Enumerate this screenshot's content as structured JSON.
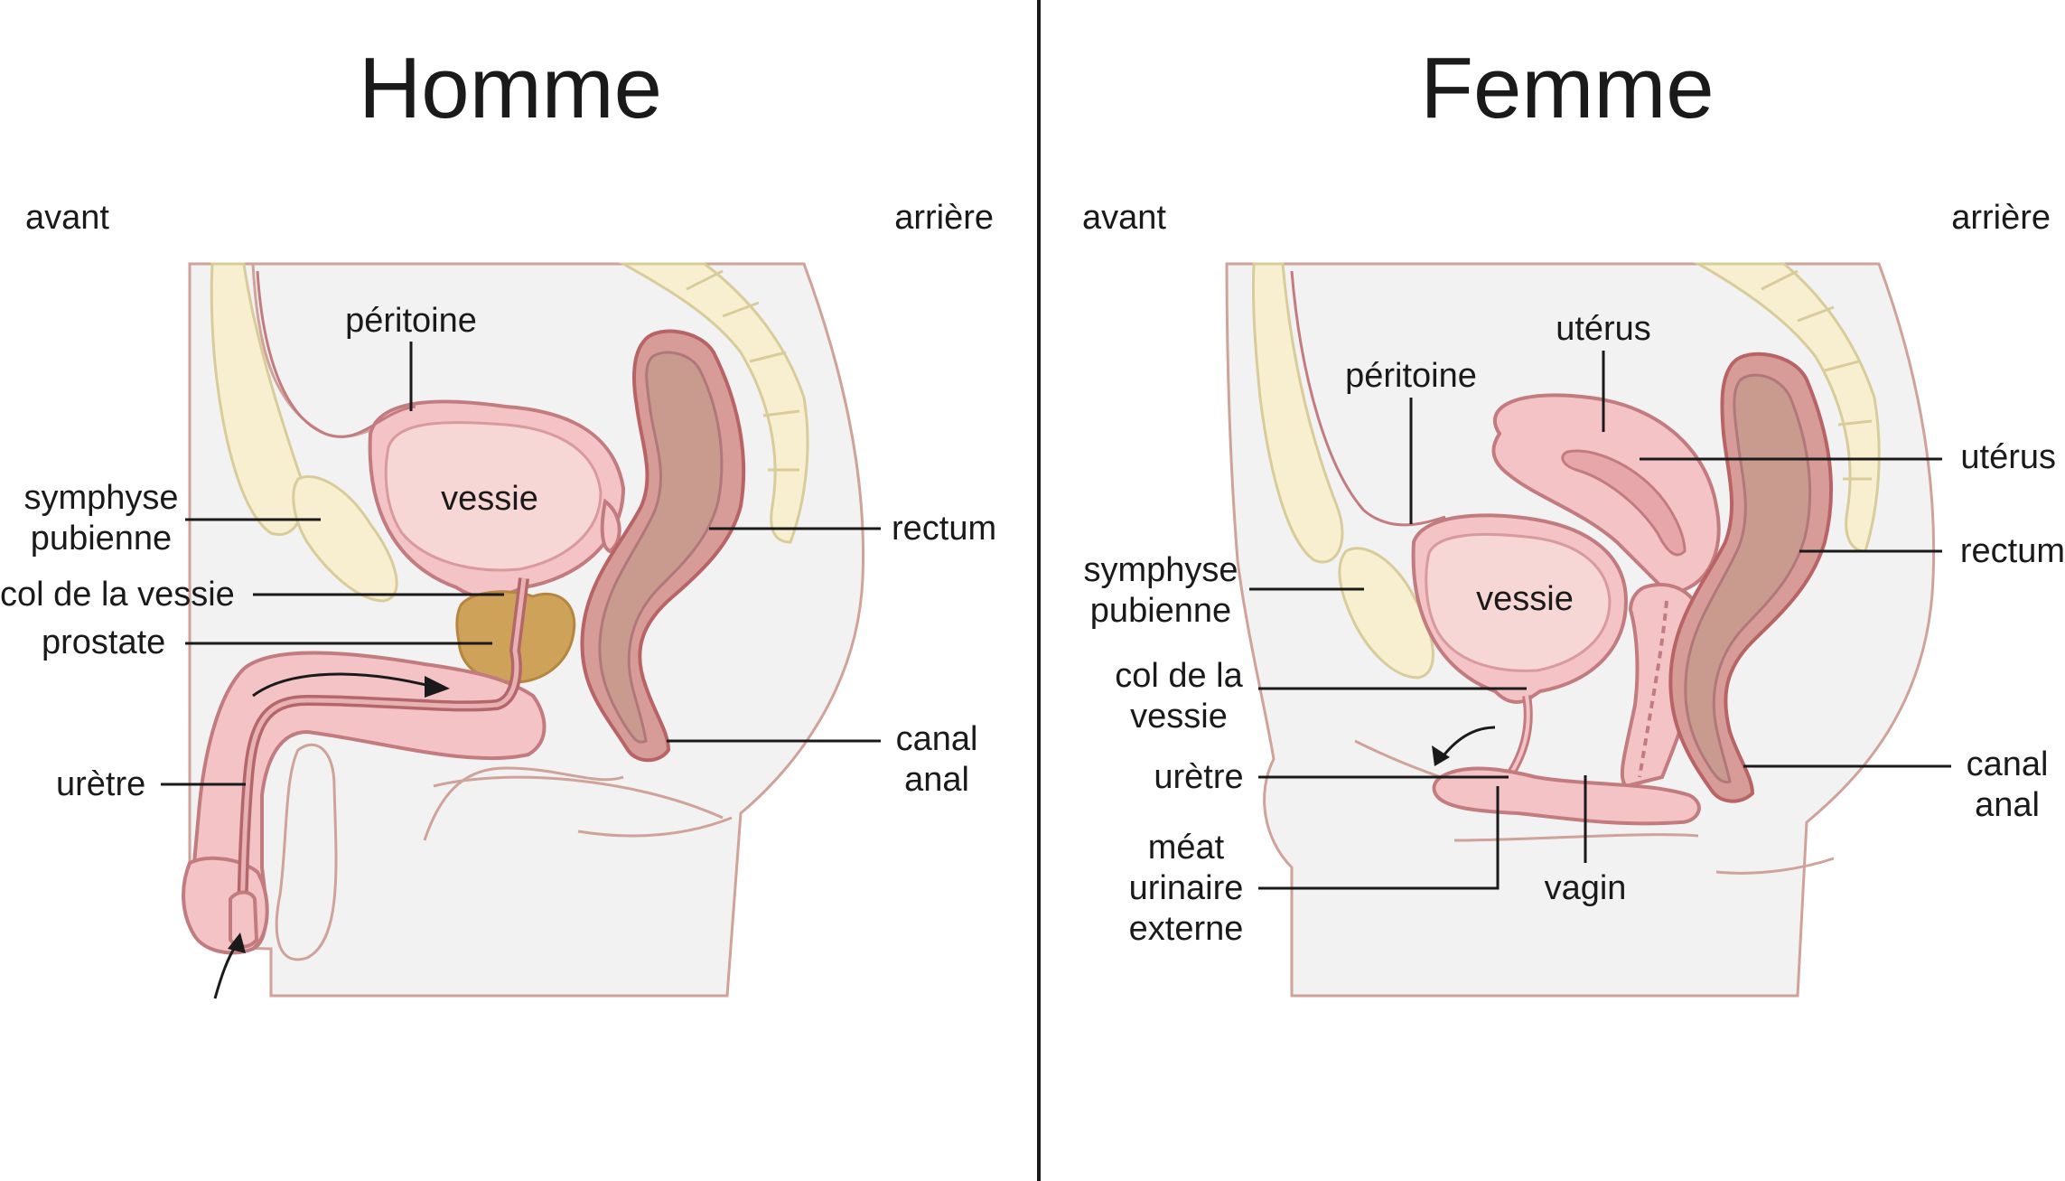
{
  "panels": {
    "male": {
      "title": "Homme",
      "front": "avant",
      "back": "arrière",
      "labels": {
        "peritoneum": "péritoine",
        "bladder": "vessie",
        "pubic_1": "symphyse",
        "pubic_2": "pubienne",
        "bladder_neck": "col de la vessie",
        "prostate": "prostate",
        "urethra": "urètre",
        "rectum": "rectum",
        "anal_1": "canal",
        "anal_2": "anal"
      }
    },
    "female": {
      "title": "Femme",
      "front": "avant",
      "back": "arrière",
      "labels": {
        "uterus_top": "utérus",
        "peritoneum": "péritoine",
        "uterus_right": "utérus",
        "rectum": "rectum",
        "pubic_1": "symphyse",
        "pubic_2": "pubienne",
        "bladder": "vessie",
        "neck_1": "col de la",
        "neck_2": "vessie",
        "urethra": "urètre",
        "meatus_1": "méat",
        "meatus_2": "urinaire",
        "meatus_3": "externe",
        "vagina": "vagin",
        "anal_1": "canal",
        "anal_2": "anal"
      }
    }
  },
  "colors": {
    "organ": "#f4c3c6",
    "rectum": "#d79c97",
    "prostate": "#cfa25a",
    "bone": "#f7efcf",
    "skin": "#f2f2f2"
  }
}
